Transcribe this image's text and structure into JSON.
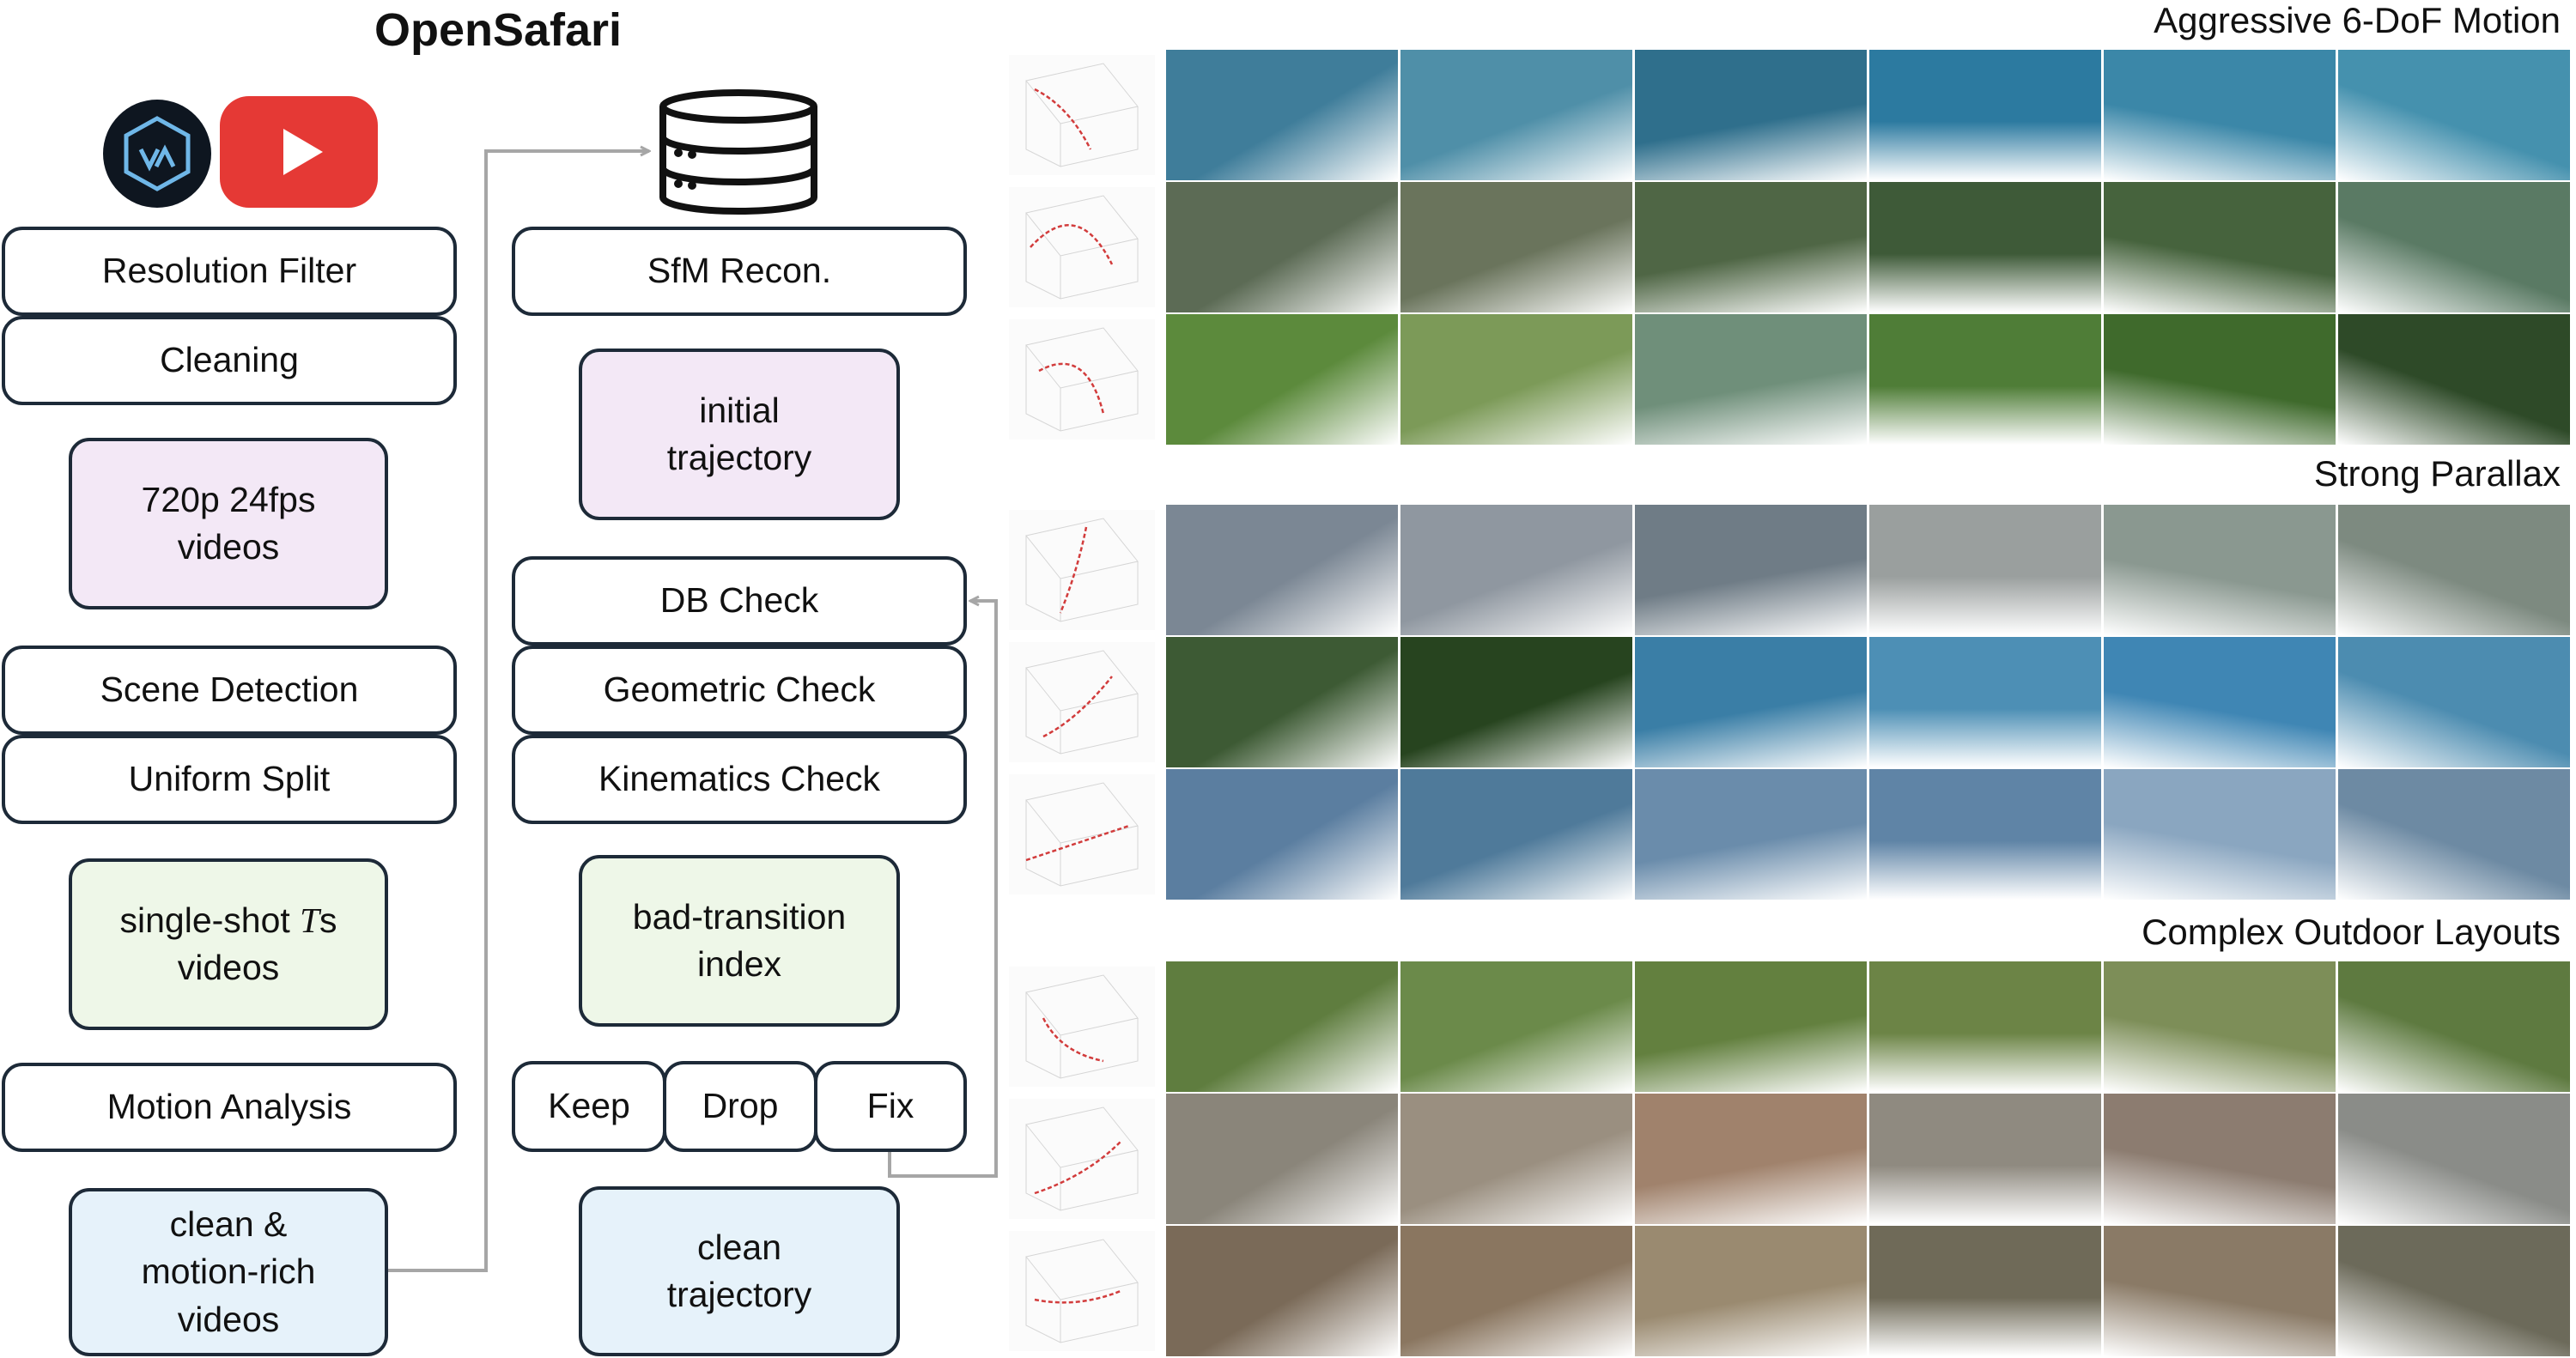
{
  "title": "OpenSafari",
  "steps": {
    "resolution_filter": "Resolution Filter",
    "cleaning": "Cleaning",
    "scene_detection": "Scene Detection",
    "uniform_split": "Uniform Split",
    "motion_analysis": "Motion Analysis",
    "sfm_recon": "SfM Recon.",
    "db_check": "DB Check",
    "geometric_check": "Geometric Check",
    "kinematics_check": "Kinematics Check",
    "keep": "Keep",
    "drop": "Drop",
    "fix": "Fix"
  },
  "data_nodes": {
    "videos_720p": "720p 24fps\nvideos",
    "single_shot_prefix": "single-shot ",
    "single_shot_var": "T",
    "single_shot_suffix": "s",
    "single_shot_line2": "videos",
    "clean_motion": "clean &\nmotion-rich\nvideos",
    "initial_trajectory": "initial\ntrajectory",
    "bad_transition": "bad-transition\nindex",
    "clean_trajectory": "clean\ntrajectory"
  },
  "icons": {
    "logo_one": "hexagon-av-logo-icon",
    "logo_two": "youtube-logo-icon",
    "database": "database-icon"
  },
  "colors": {
    "border": "#1d2a38",
    "pink": "#f3e8f6",
    "green": "#eef7e8",
    "blue": "#e6f2fa",
    "arrow": "#a6a6a6"
  },
  "sections": [
    {
      "label": "Aggressive 6-DoF Motion",
      "rows": [
        [
          "#3f7d9a",
          "#4f8fa8",
          "#2f6f8c",
          "#2c7aa0",
          "#3b87a8",
          "#4591ae"
        ],
        [
          "#5c6b55",
          "#6a745c",
          "#4f6645",
          "#3e5a38",
          "#46633d",
          "#5a7a64"
        ],
        [
          "#5c8a3c",
          "#7c9a58",
          "#6f8f7a",
          "#4f7d37",
          "#3f6a2c",
          "#2e4a28"
        ]
      ]
    },
    {
      "label": "Strong Parallax",
      "rows": [
        [
          "#7b8794",
          "#8f97a0",
          "#6f7c86",
          "#9a9f9e",
          "#8a9890",
          "#7d8a80"
        ],
        [
          "#3d5a34",
          "#27441f",
          "#3a7ea6",
          "#4d8fb5",
          "#3f86b4",
          "#4c8cb0"
        ],
        [
          "#5b7ea0",
          "#4f7a9a",
          "#6a8cab",
          "#5f84a6",
          "#8aa6c0",
          "#6d8aa3"
        ]
      ]
    },
    {
      "label": "Complex Outdoor Layouts",
      "rows": [
        [
          "#5f7d3f",
          "#6b8a4a",
          "#63803f",
          "#6c8446",
          "#7d8e58",
          "#5e7a40"
        ],
        [
          "#8a857a",
          "#9a8f80",
          "#a0826c",
          "#8f8a80",
          "#8c7c70",
          "#8a8c88"
        ],
        [
          "#7a6a58",
          "#8a7660",
          "#9a8a70",
          "#6f6a58",
          "#8a7a66",
          "#6c6a5a"
        ]
      ]
    }
  ]
}
